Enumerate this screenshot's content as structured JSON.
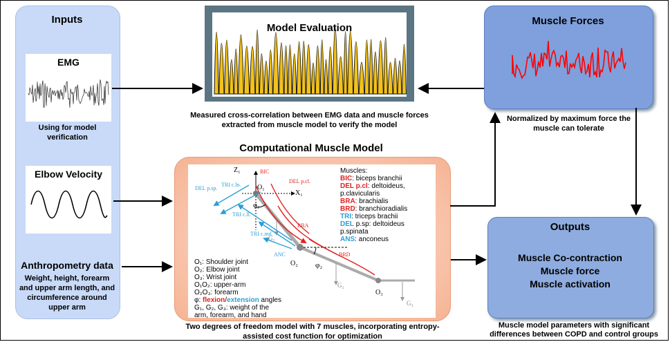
{
  "inputs": {
    "title": "Inputs",
    "emg_label": "EMG",
    "emg_caption": "Using for model verification",
    "elbow_label": "Elbow Velocity",
    "anthro_title": "Anthropometry data",
    "anthro_caption": "Weight, height, forearm and upper arm length, and circumference around upper arm"
  },
  "evaluation": {
    "title": "Model Evaluation",
    "caption": "Measured cross-correlation between EMG data and muscle forces extracted from muscle model to verify the model"
  },
  "forces": {
    "title": "Muscle Forces",
    "caption": "Normalized by maximum force the muscle can tolerate"
  },
  "model": {
    "title": "Computational Muscle Model",
    "caption": "Two degrees of freedom model with 7 muscles, incorporating entropy-assisted cost function for optimization"
  },
  "diagram": {
    "axis_z": "Z₁",
    "axis_x": "X₁",
    "o1": "O₁",
    "o2": "O₂",
    "o3": "O₃",
    "phi1": "φ₁",
    "phi2": "φ₂",
    "g1": "G₁",
    "g2": "G₂",
    "g3": "G₃",
    "lbl_bic": "BIC",
    "lbl_delpcl": "DEL p.cl.",
    "lbl_delpsp": "DEL p.sp.",
    "lbl_tricln": "TRI c.ln.",
    "lbl_tricll": "TRI c.ll.",
    "lbl_tricmd": "TRI c.md.",
    "lbl_bra": "BRA",
    "lbl_brd": "BRD",
    "lbl_anc": "ANC"
  },
  "legend": {
    "heading": "Muscles:",
    "items": [
      {
        "abbr": "BIC",
        "text": ": biceps branchii",
        "color": "#e0201e"
      },
      {
        "abbr": "DEL p.cl",
        "text": ": deltoideus,",
        "color": "#e0201e"
      },
      {
        "abbr": "",
        "text": "p.clavicularis",
        "color": "#000000"
      },
      {
        "abbr": "BRA",
        "text": ": brachialis",
        "color": "#e0201e"
      },
      {
        "abbr": "BRD",
        "text": ": branchioradialis",
        "color": "#e0201e"
      },
      {
        "abbr": "TRI",
        "text": ": triceps brachii",
        "color": "#2a9fd6"
      },
      {
        "abbr": "DEL",
        "text": " p.sp: deltoideus",
        "color": "#2a9fd6"
      },
      {
        "abbr": "",
        "text": "p.spinata",
        "color": "#000000"
      },
      {
        "abbr": "ANS",
        "text": ": anconeus",
        "color": "#2a9fd6"
      }
    ]
  },
  "joints": {
    "l1": "O₁: Shoulder joint",
    "l2": "O₂: Elbow joint",
    "l3": "O₃: Wrist joint",
    "l4": "O₁O₂: upper-arm",
    "l5": "O₂O₃: forearm",
    "l6_a": "φ: ",
    "l6_flex": "flexion",
    "l6_slash": "/",
    "l6_ext": "extension",
    "l6_b": " angles",
    "l7": "G₁, G₂, G₃: weight of the",
    "l8": "arm, forearm, and hand"
  },
  "outputs": {
    "title": "Outputs",
    "line1": "Muscle Co-contraction",
    "line2": "Muscle force",
    "line3": "Muscle activation",
    "caption": "Muscle model parameters with significant differences between COPD and control groups"
  },
  "colors": {
    "emg_signal": "#222222",
    "force_signal": "#ff0000",
    "eval_gold": "#f2c21c",
    "eval_black": "#111111",
    "flexion": "#e0201e",
    "extension": "#2a9fd6"
  }
}
